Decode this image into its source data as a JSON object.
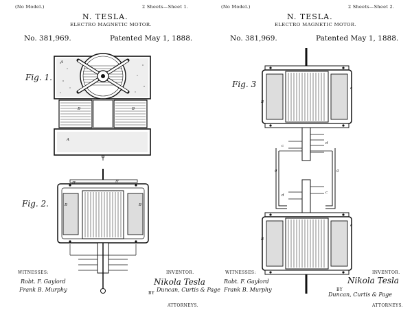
{
  "sheet1": {
    "model_note": "(No Model.)",
    "sheets_note": "2 Sheets—Sheet 1.",
    "inventor_name": "N. TESLA.",
    "title": "ELECTRO MAGNETIC MOTOR.",
    "patent_number": "No. 381,969.",
    "patent_date": "Patented May 1, 1888.",
    "fig_1": "Fig. 1.",
    "fig_2": "Fig. 2.",
    "witnesses_label": "WITNESSES:",
    "witness_1": "Robt. F. Gaylord",
    "witness_2": "Frank B. Murphy",
    "inventor_label": "INVENTOR.",
    "inventor_signature": "Nikola Tesla",
    "by_label": "BY",
    "attorney_signature": "Duncan, Curtis & Page",
    "attorneys_label": "ATTORNEYS."
  },
  "sheet2": {
    "model_note": "(No Model.)",
    "sheets_note": "2 Sheets—Sheet 2.",
    "inventor_name": "N. TESLA.",
    "title": "ELECTRO MAGNETIC MOTOR.",
    "patent_number": "No. 381,969.",
    "patent_date": "Patented May 1, 1888.",
    "fig_3": "Fig. 3",
    "witnesses_label": "WITNESSES:",
    "witness_1": "Robt. F. Gaylord",
    "witness_2": "Frank B. Murphy",
    "inventor_label": "INVENTOR.",
    "inventor_signature": "Nikola Tesla",
    "by_label": "BY",
    "attorney_signature": "Duncan, Curtis & Page",
    "attorneys_label": "ATTORNEYS."
  }
}
